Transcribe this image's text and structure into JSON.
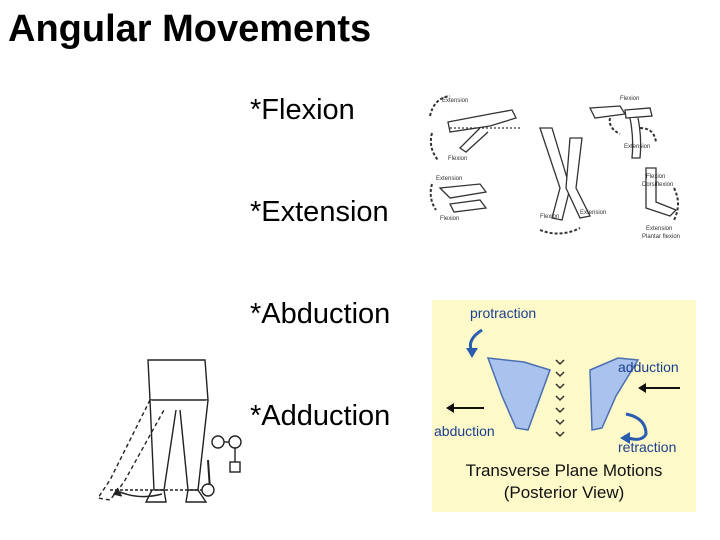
{
  "slide": {
    "title": "Angular Movements",
    "bullets": [
      "*Flexion",
      "*Extension",
      "*Abduction",
      "*Adduction"
    ]
  },
  "flexion_figure": {
    "labels": {
      "extension_top": "Extension",
      "flexion_top": "Flexion",
      "flexion_small": "Flexion",
      "extension_mid": "Extension",
      "flexion_hand": "Flexion",
      "flexion_foot": "Flexion",
      "extension_knee": "Extension",
      "flexion_right": "Flexion",
      "dorsiflexion": "Dorsiflexion",
      "extension_right": "Extension",
      "plantar_flexion": "Plantar flexion"
    }
  },
  "scapula_figure": {
    "protraction": "protraction",
    "adduction": "adduction",
    "abduction": "abduction",
    "retraction": "retraction",
    "caption_line1": "Transverse Plane Motions",
    "caption_line2": "(Posterior View)",
    "colors": {
      "background": "#fdf9c9",
      "bone": "#a9c3ee",
      "arrow": "#2a5db0"
    }
  }
}
